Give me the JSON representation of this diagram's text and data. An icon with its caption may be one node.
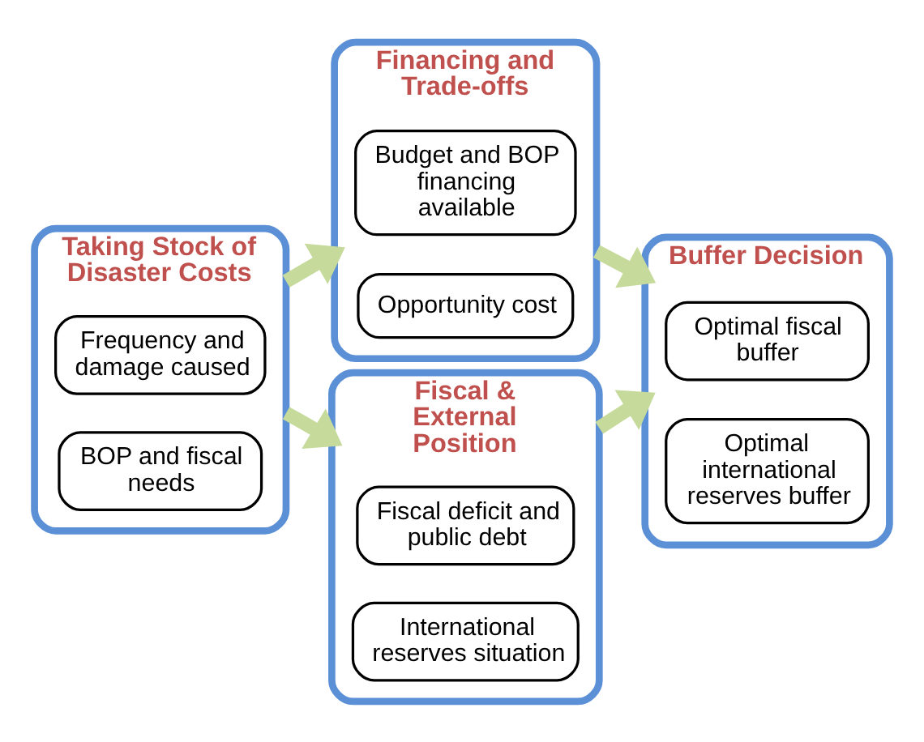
{
  "diagram": {
    "nodes": [
      {
        "text": [
          "Taking Stock of Disaster Costs"
        ]
      },
      {
        "text": [
          "Frequency and damage caused"
        ],
        "in": 0
      },
      {
        "text": [
          "BOP and fiscal needs"
        ],
        "in": 0
      },
      {
        "text": [
          "Financing and Trade-offs"
        ]
      },
      {
        "text": [
          "Budget and BOP financing available"
        ],
        "in": 3
      },
      {
        "text": [
          "Opportunity cost"
        ],
        "in": 3
      },
      {
        "text": [
          "Fiscal & External Position"
        ]
      },
      {
        "text": [
          "Fiscal deficit and public debt"
        ],
        "in": 6
      },
      {
        "text": [
          "International reserves situation"
        ],
        "in": 6
      },
      {
        "text": [
          "Buffer Decision"
        ]
      },
      {
        "text": [
          "Optimal fiscal buffer"
        ],
        "in": 9
      },
      {
        "text": [
          "Optimal international reserves buffer"
        ],
        "in": 9
      }
    ],
    "edges": [
      {
        "from": 0,
        "to": 3,
        "arrow": "to"
      },
      {
        "from": 0,
        "to": 6,
        "arrow": "to"
      },
      {
        "from": 3,
        "to": 9,
        "arrow": "to"
      },
      {
        "from": 6,
        "to": 9,
        "arrow": "to"
      }
    ]
  }
}
